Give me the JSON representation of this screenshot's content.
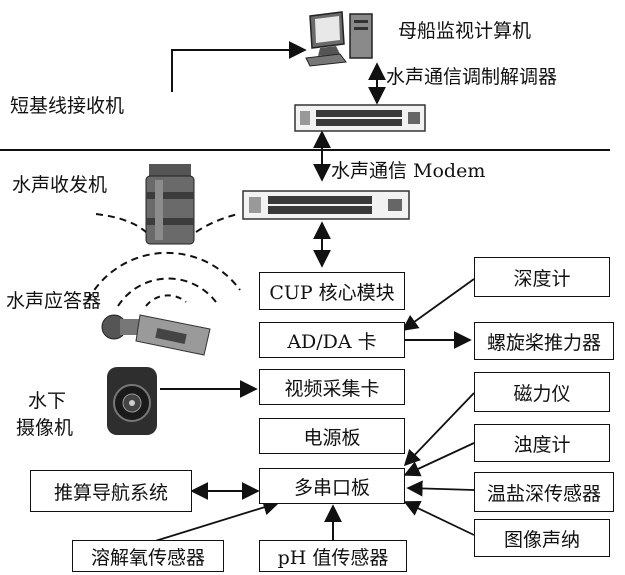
{
  "labels": {
    "host_computer": "母船监视计算机",
    "acoustic_modem_demodulator": "水声通信调制解调器",
    "usbl_receiver": "短基线接收机",
    "acoustic_modem": "水声通信 Modem",
    "acoustic_transceiver": "水声收发机",
    "acoustic_transponder": "水声应答器",
    "underwater_camera_line1": "水下",
    "underwater_camera_line2": "摄像机"
  },
  "boxes": {
    "cpu_core": "CUP 核心模块",
    "ad_da": "AD/DA 卡",
    "video_capture": "视频采集卡",
    "power_board": "电源板",
    "serial_board": "多串口板",
    "depth_gauge": "深度计",
    "thruster": "螺旋桨推力器",
    "magnetometer": "磁力仪",
    "turbidity": "浊度计",
    "ctd": "温盐深传感器",
    "sonar": "图像声纳",
    "dead_reckoning": "推算导航系统",
    "dissolved_oxygen": "溶解氧传感器",
    "ph_sensor": "pH 值传感器"
  },
  "colors": {
    "line": "#111111",
    "device": "#3a3a3a"
  }
}
